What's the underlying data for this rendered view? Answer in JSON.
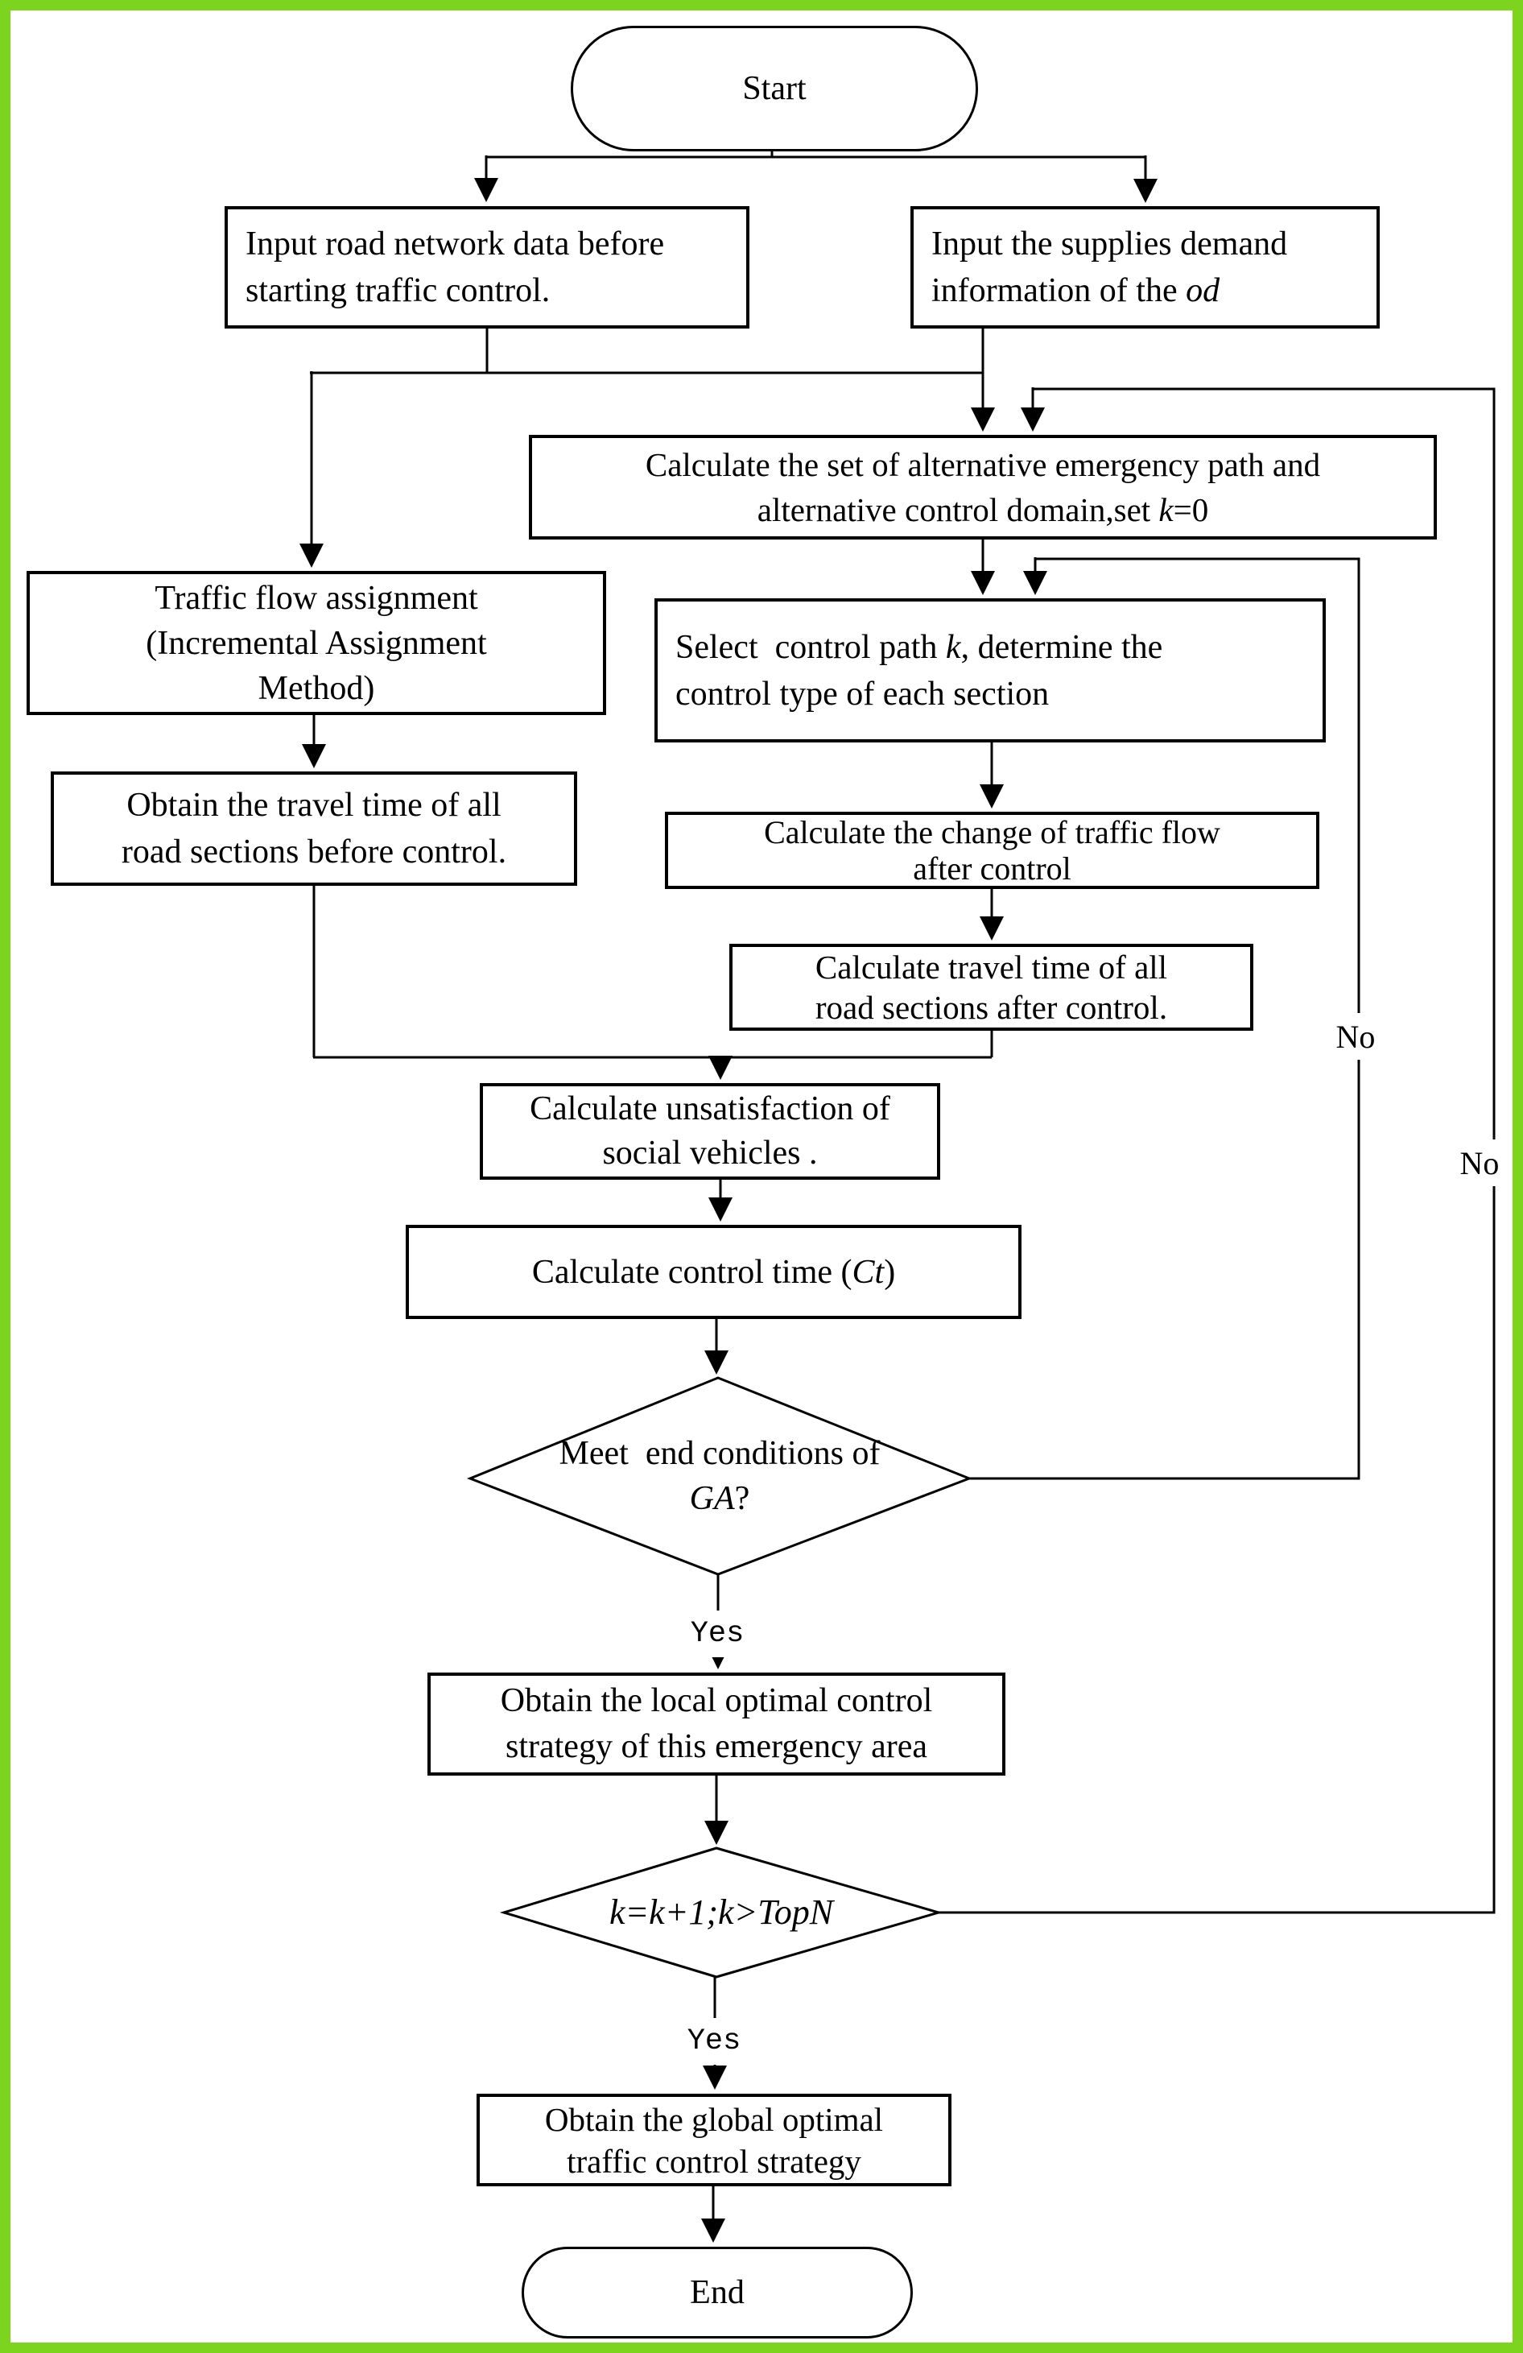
{
  "figure": {
    "kind": "flowchart",
    "title": "Emergency traffic control strategy flowchart"
  },
  "colors": {
    "frame": "#7CD41E",
    "ink": "#000000",
    "paper": "#FFFFFF"
  },
  "nodes": {
    "start": {
      "label": "Start"
    },
    "input_left": {
      "line1": "Input road network data before",
      "line2": "starting traffic control."
    },
    "input_right": {
      "line1": "Input the supplies demand",
      "line2_pre": "information of the ",
      "line2_it": "od"
    },
    "calc_set": {
      "line1": "Calculate the set of alternative emergency path and",
      "line2_pre": "alternative control domain,set ",
      "line2_it": "k",
      "line2_post": "=0"
    },
    "traffic_flow": {
      "line1": "Traffic flow assignment",
      "line2": "(Incremental Assignment",
      "line3": "Method)"
    },
    "select_path": {
      "line1_pre": "Select  control path ",
      "line1_it": "k",
      "line1_post": ", determine the",
      "line2": "control type of each section"
    },
    "obtain_before": {
      "line1": "Obtain the travel time of all",
      "line2": "road sections before control."
    },
    "calc_change": {
      "line1": "Calculate the change of traffic flow",
      "line2": "after control"
    },
    "calc_after": {
      "line1": "Calculate travel time of all",
      "line2": "road sections after control."
    },
    "unsatisfaction": {
      "line1": "Calculate unsatisfaction of",
      "line2": "social vehicles ."
    },
    "control_time": {
      "pre": "Calculate control time (",
      "it": "Ct",
      "post": ")"
    },
    "ga_condition": {
      "line1": "Meet  end conditions of",
      "line2_it": "GA",
      "line2_post": "?"
    },
    "local_optimal": {
      "line1": "Obtain the local optimal control",
      "line2": "strategy of this emergency area"
    },
    "topn_condition": {
      "expr": "k=k+1;k>TopN"
    },
    "global_optimal": {
      "line1": "Obtain the global optimal",
      "line2": "traffic control strategy"
    },
    "end": {
      "label": "End"
    }
  },
  "edge_labels": {
    "yes_ga": "Yes",
    "yes_topn": "Yes",
    "no_inner_loop": "No",
    "no_outer_loop": "No"
  }
}
